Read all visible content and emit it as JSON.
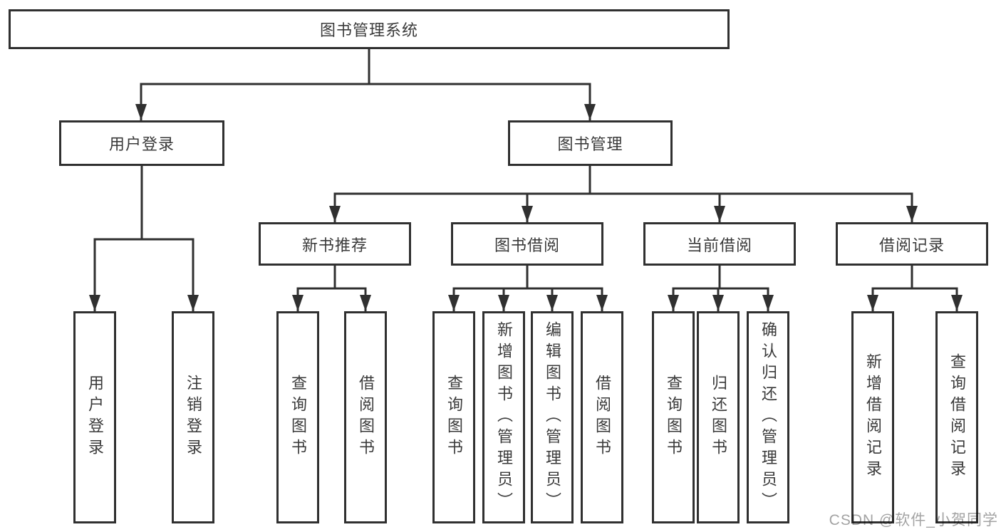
{
  "diagram": {
    "title": "图书管理系统",
    "root": {
      "label": "图书管理系统"
    },
    "level2": [
      {
        "id": "user-login",
        "label": "用户登录"
      },
      {
        "id": "book-management",
        "label": "图书管理"
      }
    ],
    "level3": [
      {
        "id": "new-book-recommend",
        "label": "新书推荐",
        "parent": "图书管理"
      },
      {
        "id": "book-borrow",
        "label": "图书借阅",
        "parent": "图书管理"
      },
      {
        "id": "current-borrow",
        "label": "当前借阅",
        "parent": "图书管理"
      },
      {
        "id": "borrow-records",
        "label": "借阅记录",
        "parent": "图书管理"
      }
    ],
    "leaves": [
      {
        "label": "用户登录",
        "parent": "用户登录"
      },
      {
        "label": "注销登录",
        "parent": "用户登录"
      },
      {
        "label": "查询图书",
        "parent": "新书推荐"
      },
      {
        "label": "借阅图书",
        "parent": "新书推荐"
      },
      {
        "label": "查询图书",
        "parent": "图书借阅"
      },
      {
        "label": "新增图书（管理员）",
        "parent": "图书借阅"
      },
      {
        "label": "编辑图书（管理员）",
        "parent": "图书借阅"
      },
      {
        "label": "借阅图书",
        "parent": "图书借阅"
      },
      {
        "label": "查询图书",
        "parent": "当前借阅"
      },
      {
        "label": "归还图书",
        "parent": "当前借阅"
      },
      {
        "label": "确认归还（管理员）",
        "parent": "当前借阅"
      },
      {
        "label": "新增借阅记录",
        "parent": "借阅记录"
      },
      {
        "label": "查询借阅记录",
        "parent": "借阅记录"
      }
    ]
  },
  "watermark": {
    "text": "CSDN @软件_小贺同学"
  },
  "colors": {
    "line": "#303030",
    "text": "#3a3a3a",
    "watermark": "#a3a3a3",
    "background": "#ffffff"
  }
}
